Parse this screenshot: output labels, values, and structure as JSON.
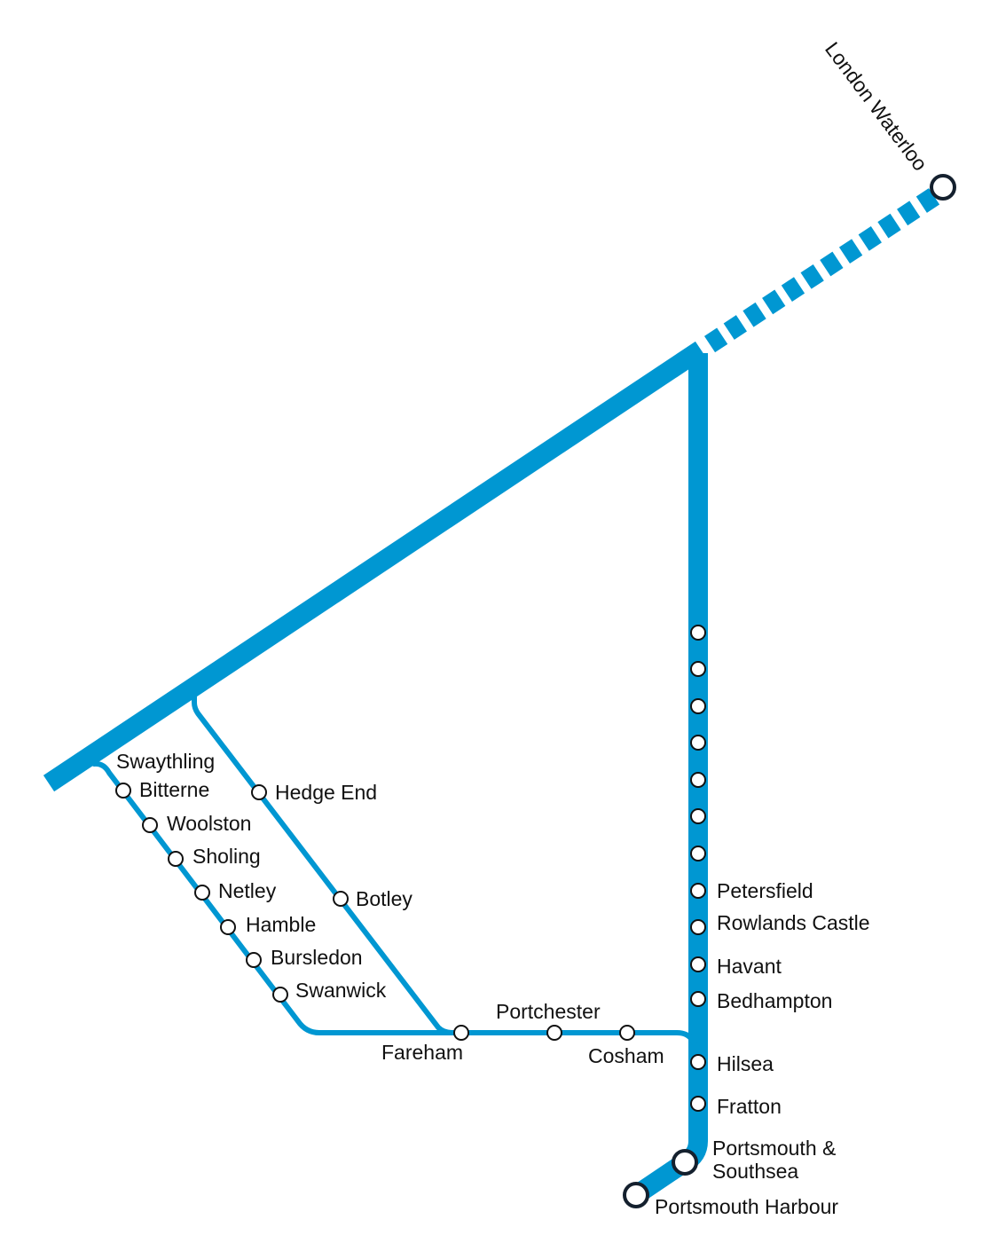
{
  "colors": {
    "line": "#0097d2",
    "station_outline": "#111111",
    "terminal_outline": "#14202e",
    "background": "#ffffff"
  },
  "stations": {
    "london_waterloo": "London Waterloo",
    "swaythling": "Swaythling",
    "bitterne": "Bitterne",
    "woolston": "Woolston",
    "sholing": "Sholing",
    "netley": "Netley",
    "hamble": "Hamble",
    "bursledon": "Bursledon",
    "swanwick": "Swanwick",
    "hedge_end": "Hedge End",
    "botley": "Botley",
    "fareham": "Fareham",
    "portchester": "Portchester",
    "cosham": "Cosham",
    "petersfield": "Petersfield",
    "rowlands_castle": "Rowlands Castle",
    "havant": "Havant",
    "bedhampton": "Bedhampton",
    "hilsea": "Hilsea",
    "fratton": "Fratton",
    "portsmouth_southsea_1": "Portsmouth &",
    "portsmouth_southsea_2": "Southsea",
    "portsmouth_harbour": "Portsmouth Harbour"
  }
}
